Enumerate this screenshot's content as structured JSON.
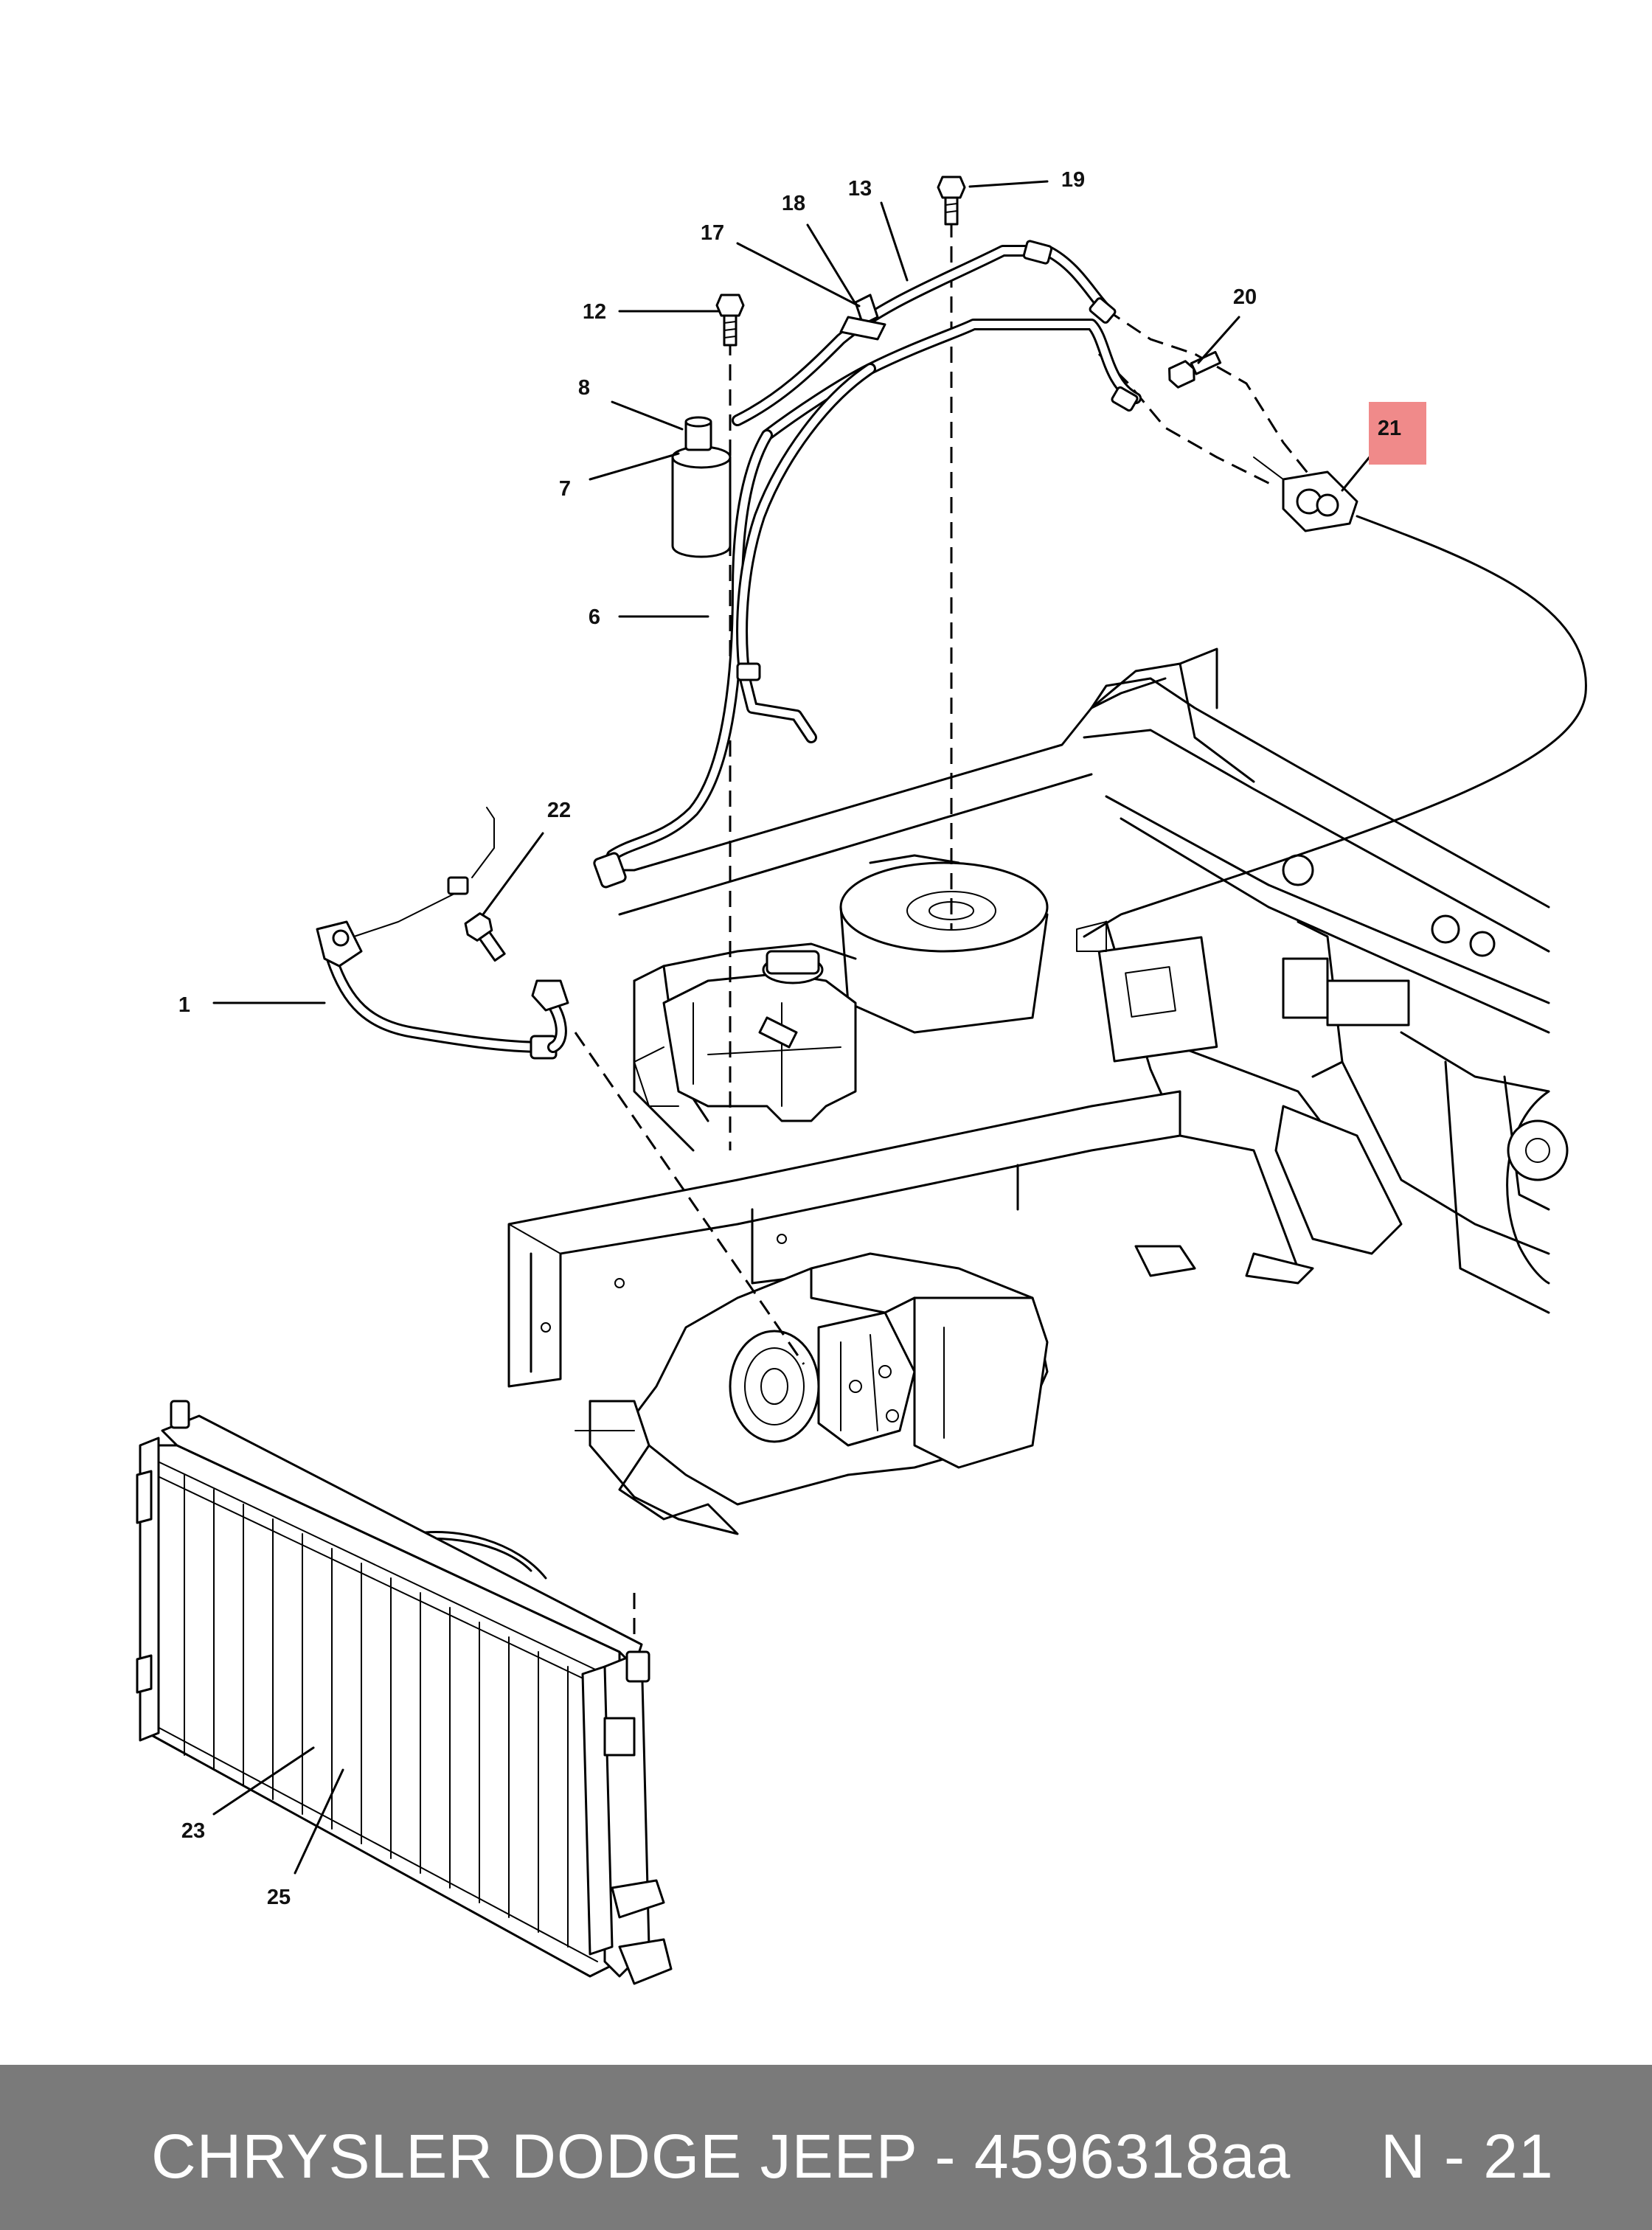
{
  "diagram": {
    "callouts": [
      {
        "id": "c1",
        "label": "1"
      },
      {
        "id": "c6",
        "label": "6"
      },
      {
        "id": "c7",
        "label": "7"
      },
      {
        "id": "c8",
        "label": "8"
      },
      {
        "id": "c12",
        "label": "12"
      },
      {
        "id": "c13",
        "label": "13"
      },
      {
        "id": "c17",
        "label": "17"
      },
      {
        "id": "c18",
        "label": "18"
      },
      {
        "id": "c19",
        "label": "19"
      },
      {
        "id": "c20",
        "label": "20"
      },
      {
        "id": "c21",
        "label": "21",
        "highlighted": true
      },
      {
        "id": "c22",
        "label": "22"
      },
      {
        "id": "c23",
        "label": "23"
      },
      {
        "id": "c25",
        "label": "25"
      }
    ],
    "highlight_color": "#f08a8a"
  },
  "footer": {
    "text": "CHRYSLER DODGE JEEP - 4596318aa     N - 21",
    "background": "#7a7a7a",
    "text_color": "#ffffff"
  }
}
